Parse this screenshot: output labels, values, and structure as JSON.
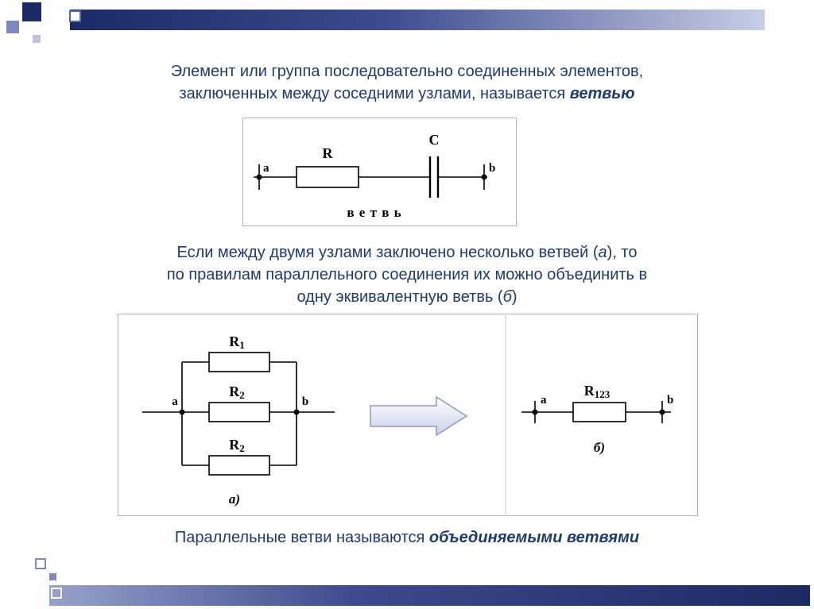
{
  "colors": {
    "text": "#1f3a70",
    "bar_dark": "#1c2a66",
    "bar_light": "#c7cee6",
    "decor_purple": "#8089bf",
    "arrow_outline": "#8f99c2"
  },
  "title": {
    "line1": "Элемент или группа последовательно соединенных элементов,",
    "line2_pre": "заключенных между соседними узлами, называется ",
    "line2_em": "ветвью"
  },
  "middle_text": {
    "line1_pre": "Если между двумя узлами заключено несколько ветвей (",
    "line1_em": "а",
    "line1_post": "), то",
    "line2": "по правилам параллельного соединения их можно объединить в",
    "line3_pre": "одну эквивалентную ветвь (",
    "line3_em": "б",
    "line3_post": ")"
  },
  "bottom_text": {
    "pre": "Параллельные ветви называются ",
    "em": "объединяемыми ветвями"
  },
  "branch_diagram": {
    "node_a": "a",
    "node_b": "b",
    "resistor": "R",
    "capacitor": "C",
    "caption": "в е т в ь"
  },
  "parallel_diagram": {
    "left": {
      "r_top": "R",
      "r_top_sub": "1",
      "r_mid": "R",
      "r_mid_sub": "2",
      "r_bottom": "R",
      "r_bottom_sub": "2",
      "node_a": "a",
      "node_b": "b",
      "caption": "а)"
    },
    "right": {
      "r": "R",
      "r_sub": "123",
      "node_a": "a",
      "node_b": "b",
      "caption": "б)"
    }
  }
}
